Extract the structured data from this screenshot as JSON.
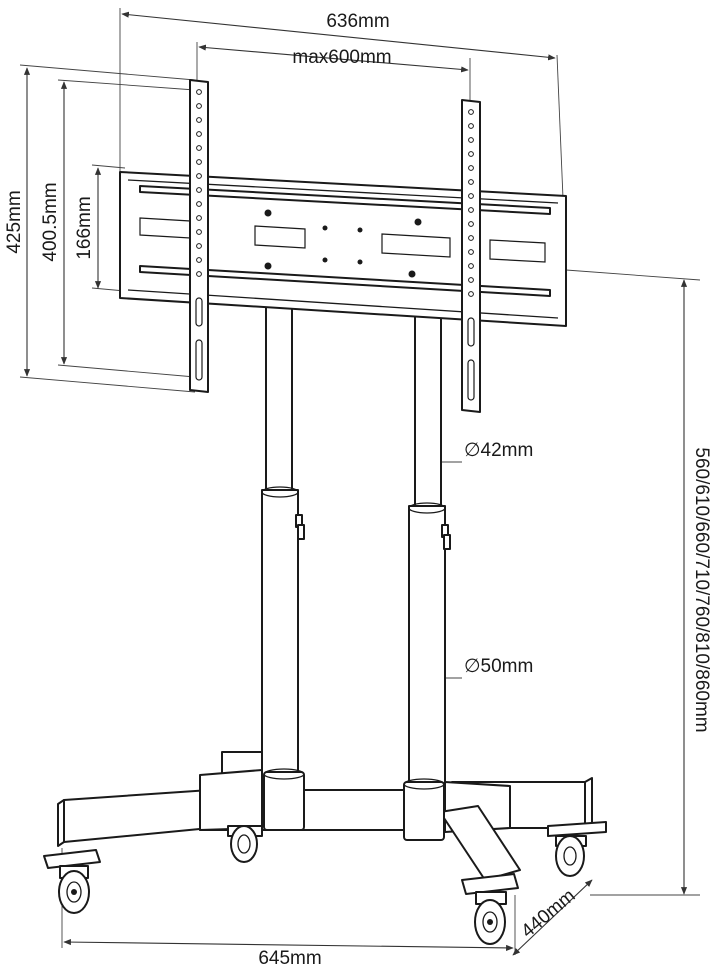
{
  "labels": {
    "width_total": "636mm",
    "width_max": "max600mm",
    "height_bracket": "425mm",
    "height_vesa": "400.5mm",
    "height_plate": "166mm",
    "height_range": "560/610/660/710/760/810/860mm",
    "pole_upper": "∅42mm",
    "pole_lower": "∅50mm",
    "base_width": "645mm",
    "base_depth": "440mm"
  }
}
